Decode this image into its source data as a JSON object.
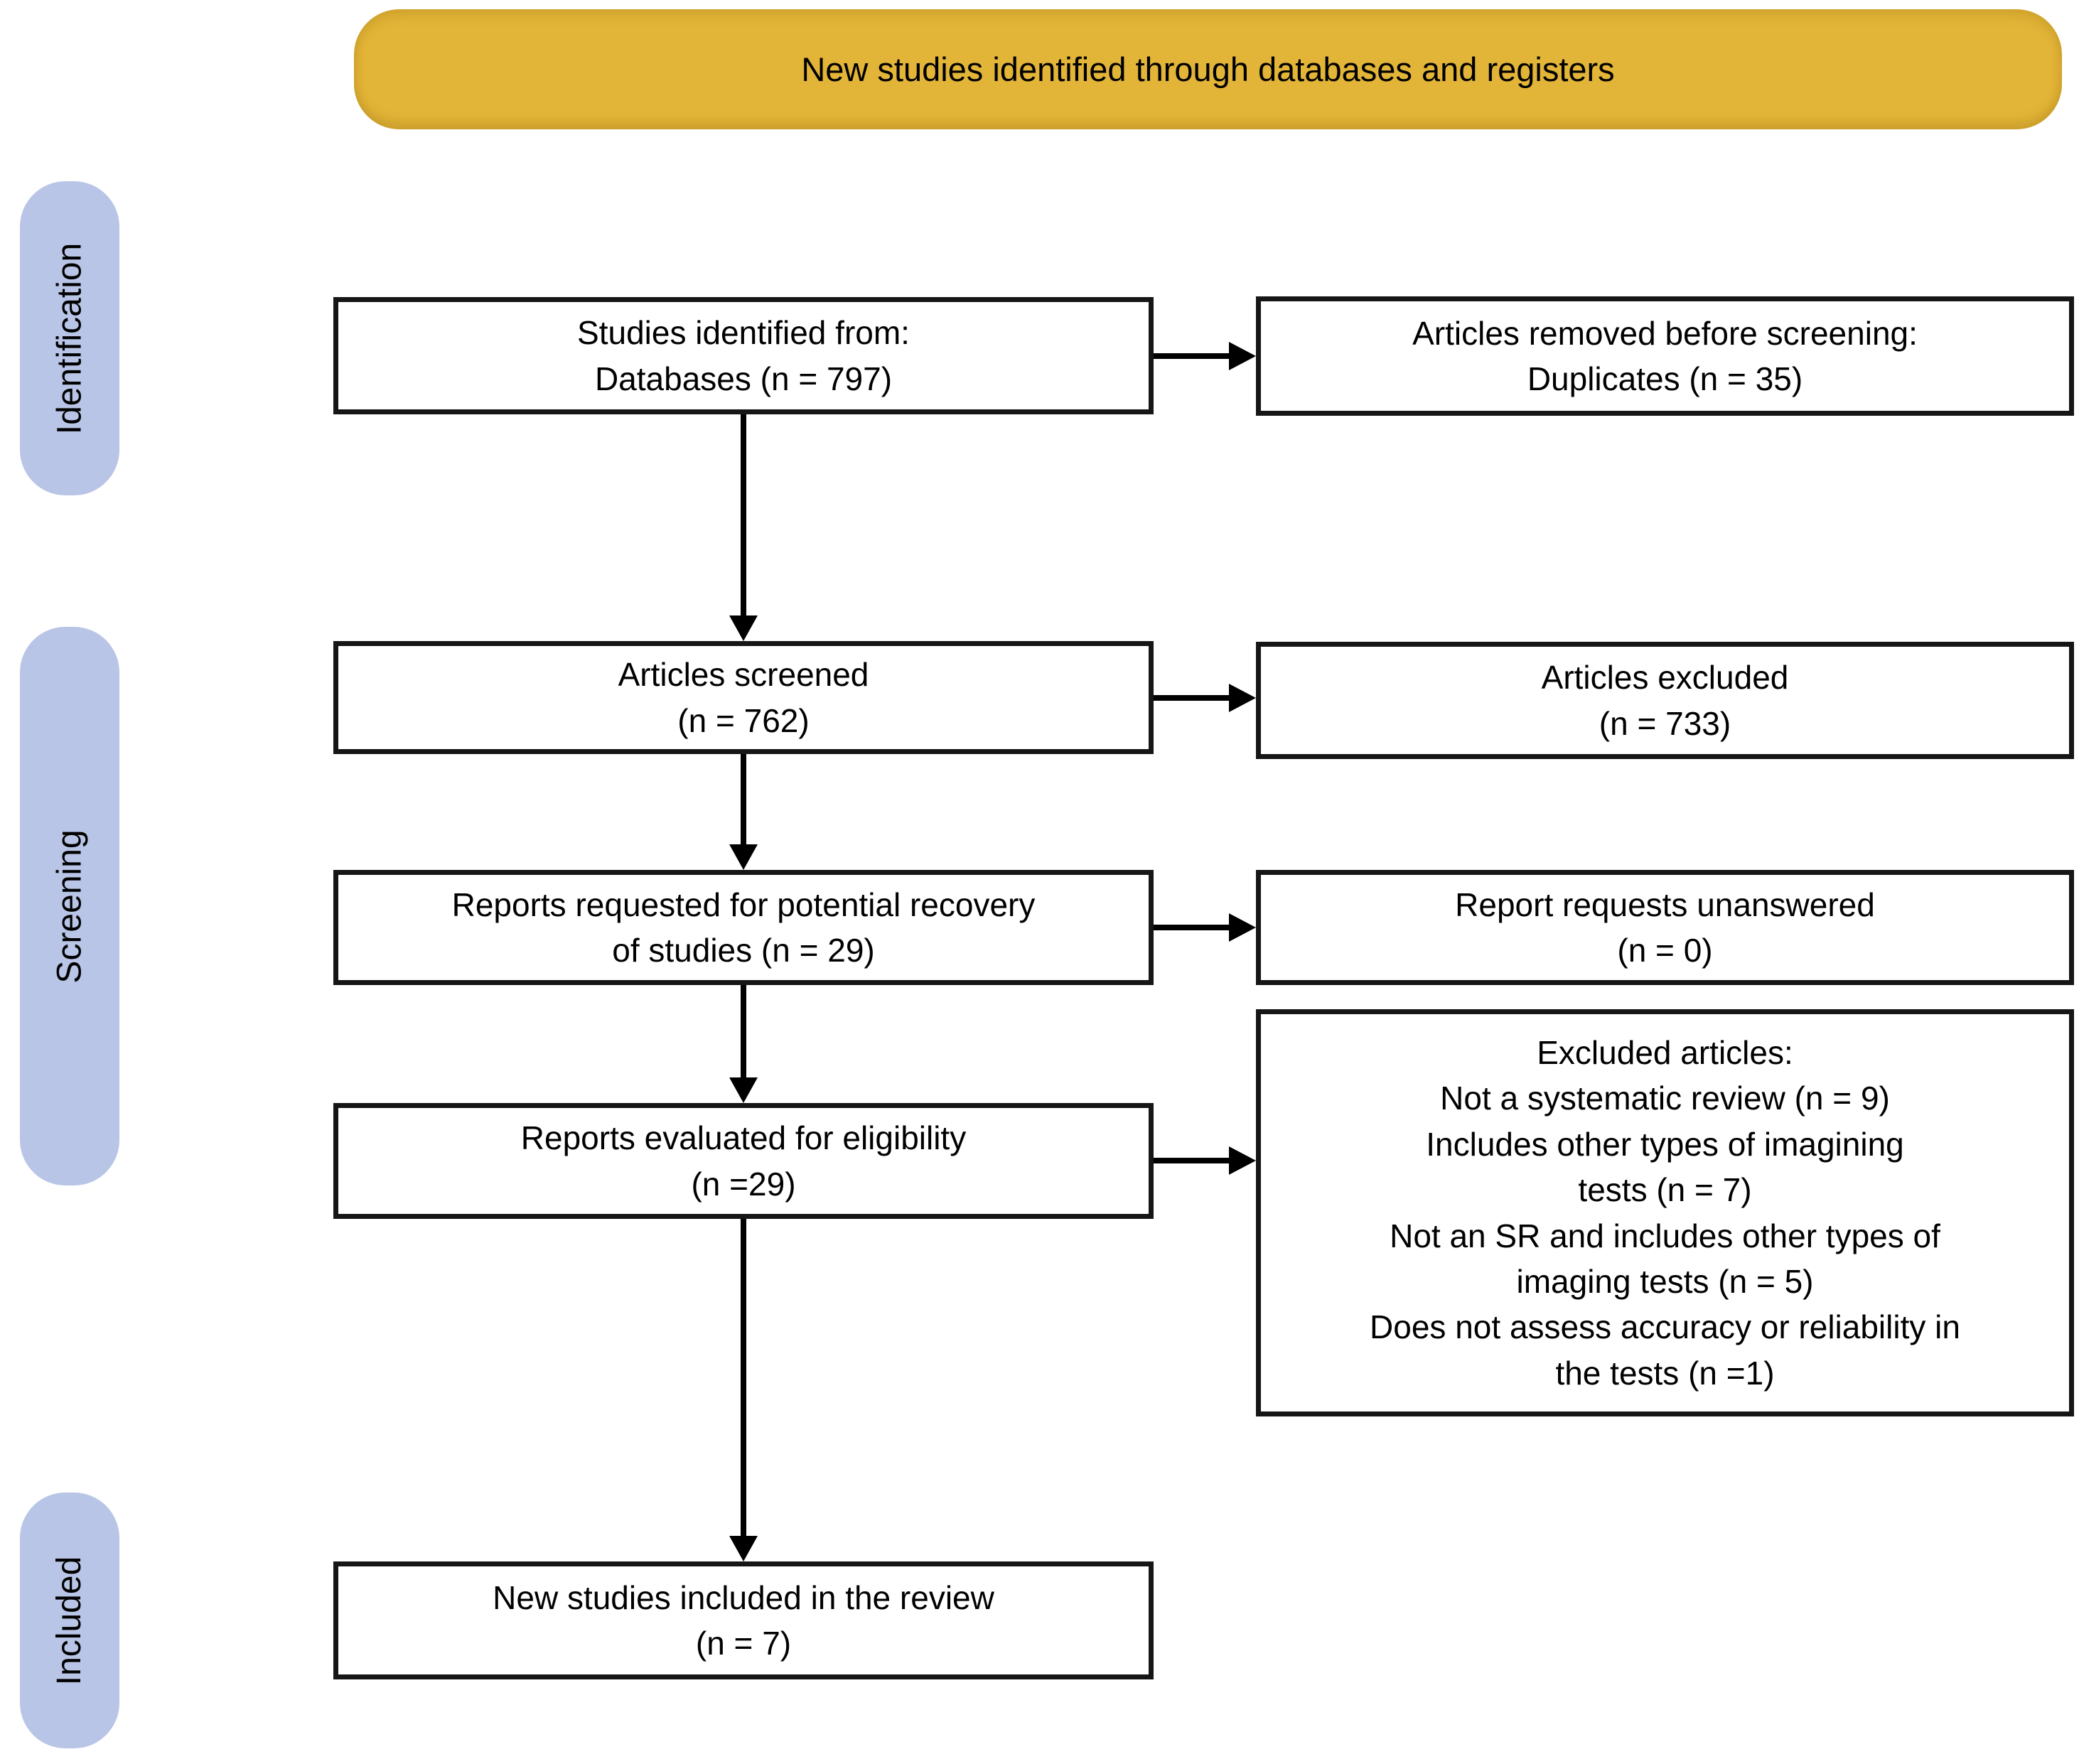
{
  "banner": {
    "label": "New studies identified through databases and registers",
    "bg_color": "#e2b437"
  },
  "stages": [
    {
      "label": "Identification"
    },
    {
      "label": "Screening"
    },
    {
      "label": "Included"
    }
  ],
  "stage_bg_color": "#b8c5e6",
  "boxes": {
    "studies_identified": {
      "lines": [
        "Studies identified from:",
        "Databases (n = 797)"
      ]
    },
    "articles_removed": {
      "lines": [
        "Articles removed before screening:",
        "Duplicates (n = 35)"
      ]
    },
    "articles_screened": {
      "lines": [
        "Articles screened",
        "(n = 762)"
      ]
    },
    "articles_excluded": {
      "lines": [
        "Articles excluded",
        "(n = 733)"
      ]
    },
    "reports_requested": {
      "lines": [
        "Reports requested for potential recovery",
        "of studies (n = 29)"
      ]
    },
    "requests_unanswered": {
      "lines": [
        "Report requests unanswered",
        "(n = 0)"
      ]
    },
    "reports_evaluated": {
      "lines": [
        "Reports evaluated for eligibility",
        "(n =29)"
      ]
    },
    "excluded_articles": {
      "lines": [
        "Excluded articles:",
        "Not a systematic review (n = 9)",
        "Includes other types of imagining",
        "tests (n = 7)",
        "Not an SR and includes other types of",
        "imaging tests (n = 5)",
        "Does not assess accuracy or reliability in",
        "the tests (n =1)"
      ]
    },
    "new_studies_included": {
      "lines": [
        "New studies included in the review",
        "(n = 7)"
      ]
    }
  }
}
